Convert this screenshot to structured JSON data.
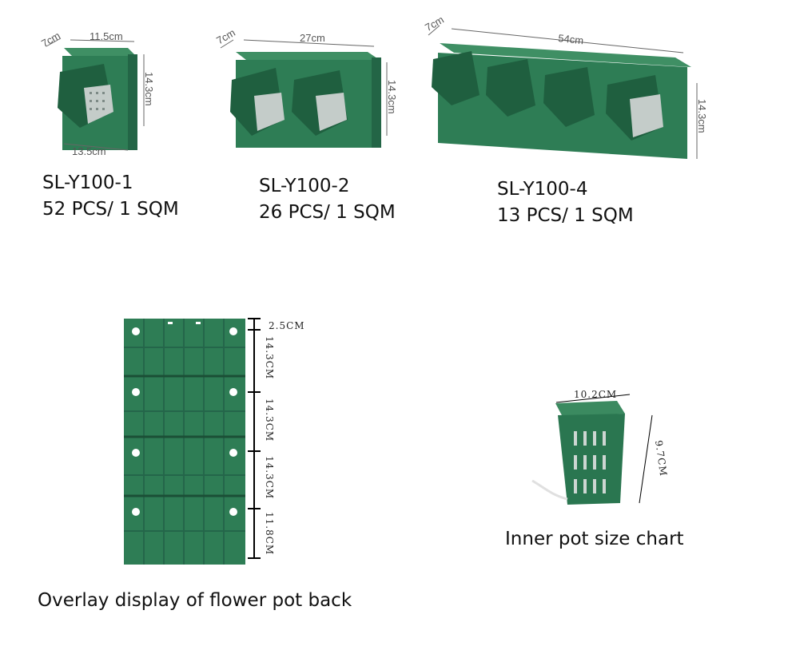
{
  "products": [
    {
      "model": "SL-Y100-1",
      "density": "52 PCS/ 1 SQM",
      "dims": {
        "depth": "7cm",
        "width": "11.5cm",
        "height": "14.3cm",
        "bottom": "13.5cm"
      }
    },
    {
      "model": "SL-Y100-2",
      "density": "26 PCS/ 1 SQM",
      "dims": {
        "depth": "7cm",
        "width": "27cm",
        "height": "14.3cm"
      }
    },
    {
      "model": "SL-Y100-4",
      "density": "13 PCS/ 1 SQM",
      "dims": {
        "depth": "7cm",
        "width": "54cm",
        "height": "14.3cm"
      }
    }
  ],
  "back_overlay": {
    "caption": "Overlay display of flower pot back",
    "dims": [
      "2.5CM",
      "14.3CM",
      "14.3CM",
      "14.3CM",
      "11.8CM"
    ]
  },
  "inner_pot": {
    "caption": "Inner pot size chart",
    "width": "10.2CM",
    "height": "9.7CM"
  },
  "colors": {
    "planter_green": "#2e7d55",
    "planter_dark": "#1f5f3f",
    "insert_gray": "#b9c2bf"
  }
}
